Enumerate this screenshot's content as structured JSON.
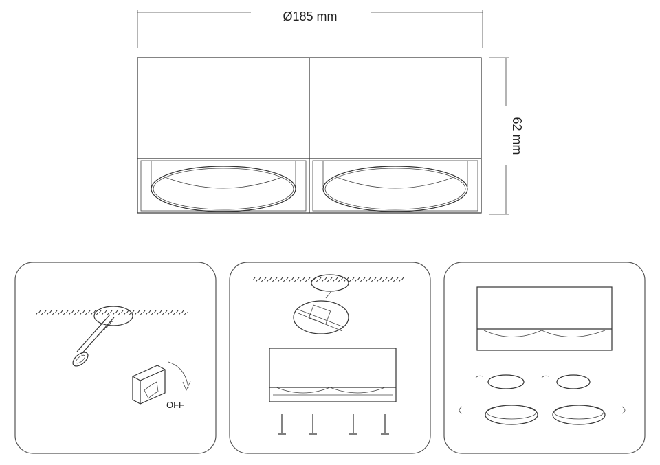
{
  "dimensions": {
    "width_label": "Ø185 mm",
    "height_label": "62 mm"
  },
  "steps": [
    {
      "label": "OFF"
    },
    {},
    {}
  ],
  "colors": {
    "line": "#333333",
    "panel_border": "#555555",
    "background": "#ffffff"
  }
}
